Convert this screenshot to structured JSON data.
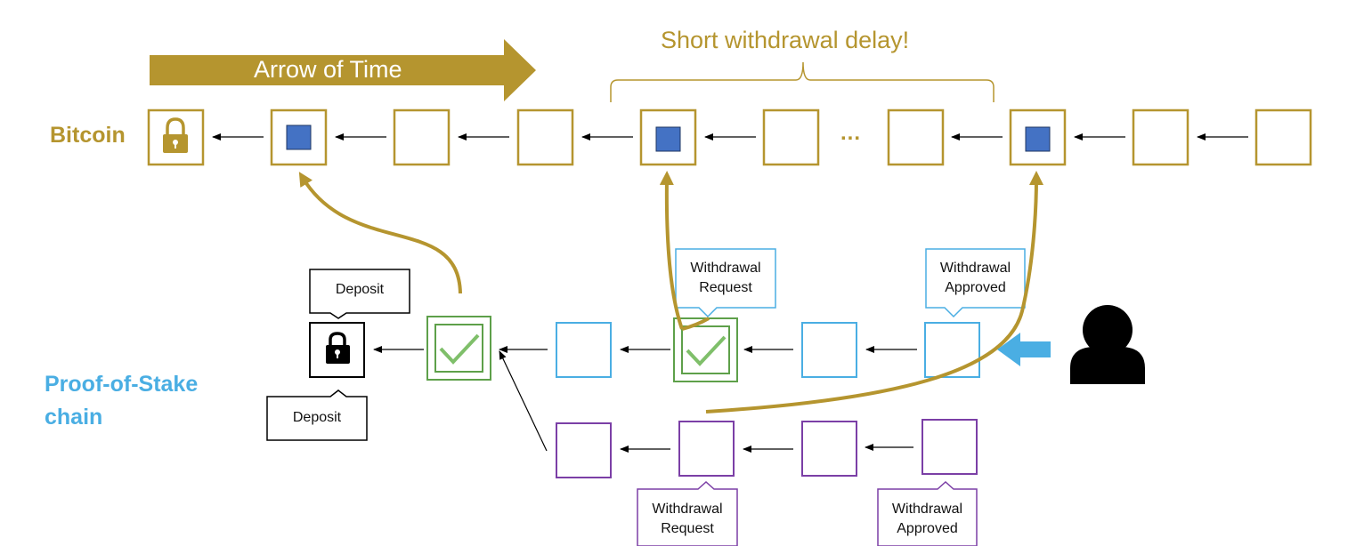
{
  "colors": {
    "gold": "#b5952f",
    "blue_block": "#4aaee3",
    "purple_block": "#7b3fa6",
    "green_block": "#5ea04a",
    "btc_fill": "#4472c4",
    "user_arrow": "#4aaee3"
  },
  "header": {
    "arrow_of_time": "Arrow of Time",
    "delay_label": "Short withdrawal delay!"
  },
  "bitcoin": {
    "label": "Bitcoin",
    "ellipsis": "...",
    "blocks": [
      "lock",
      "filled",
      "empty",
      "empty",
      "filled",
      "empty",
      "empty",
      "filled",
      "empty",
      "empty"
    ]
  },
  "pos": {
    "label_line1": "Proof-of-Stake",
    "label_line2": "chain"
  },
  "callouts": {
    "deposit_top": "Deposit",
    "deposit_bottom": "Deposit",
    "withdrawal_request_top_l1": "Withdrawal",
    "withdrawal_request_top_l2": "Request",
    "withdrawal_approved_top_l1": "Withdrawal",
    "withdrawal_approved_top_l2": "Approved",
    "withdrawal_request_bottom_l1": "Withdrawal",
    "withdrawal_request_bottom_l2": "Request",
    "withdrawal_approved_bottom_l1": "Withdrawal",
    "withdrawal_approved_bottom_l2": "Approved"
  },
  "icons": {
    "time_arrow": "right-arrow-icon",
    "lock": "padlock-icon",
    "check": "checkmark-icon",
    "user": "person-icon",
    "user_arrow": "left-arrow-icon"
  }
}
